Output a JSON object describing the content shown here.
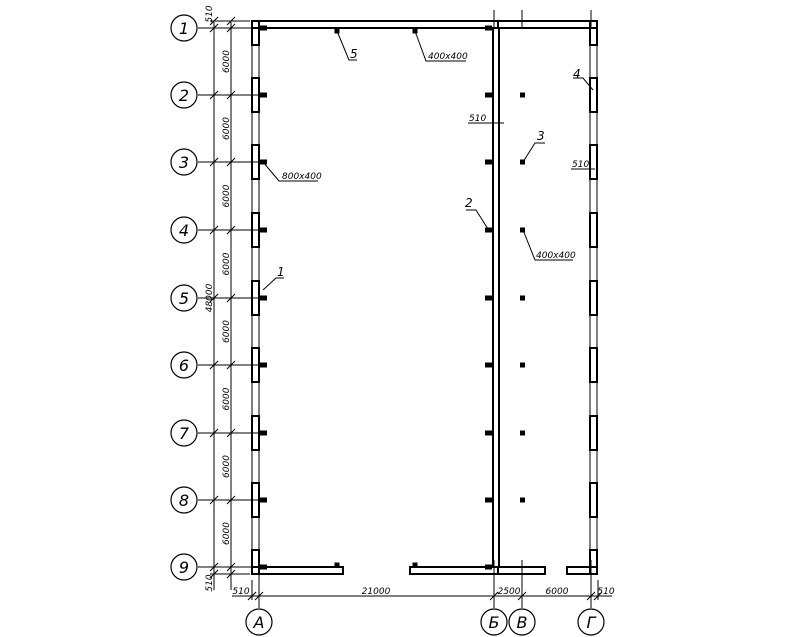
{
  "row_axes": [
    {
      "label": "1"
    },
    {
      "label": "2"
    },
    {
      "label": "3"
    },
    {
      "label": "4"
    },
    {
      "label": "5"
    },
    {
      "label": "6"
    },
    {
      "label": "7"
    },
    {
      "label": "8"
    },
    {
      "label": "9"
    }
  ],
  "col_axes": [
    {
      "label": "А"
    },
    {
      "label": "Б"
    },
    {
      "label": "В"
    },
    {
      "label": "Г"
    }
  ],
  "left_dims": {
    "edge_top": "510",
    "spans": [
      "6000",
      "6000",
      "6000",
      "6000",
      "6000",
      "6000",
      "6000",
      "6000"
    ],
    "edge_bottom": "510",
    "overall": "48000"
  },
  "bottom_dims": {
    "a_edge": "510",
    "a_b": "21000",
    "b_v": "2500",
    "v_g": "6000",
    "g_edge": "510"
  },
  "callouts": {
    "c1": "1",
    "c2": "2",
    "c3": "3",
    "c4": "4",
    "c5": "5",
    "column_outer": "800x400",
    "column_mid": "400x400",
    "column_top": "400x400",
    "wall_b": "510",
    "wall_g": "510"
  }
}
